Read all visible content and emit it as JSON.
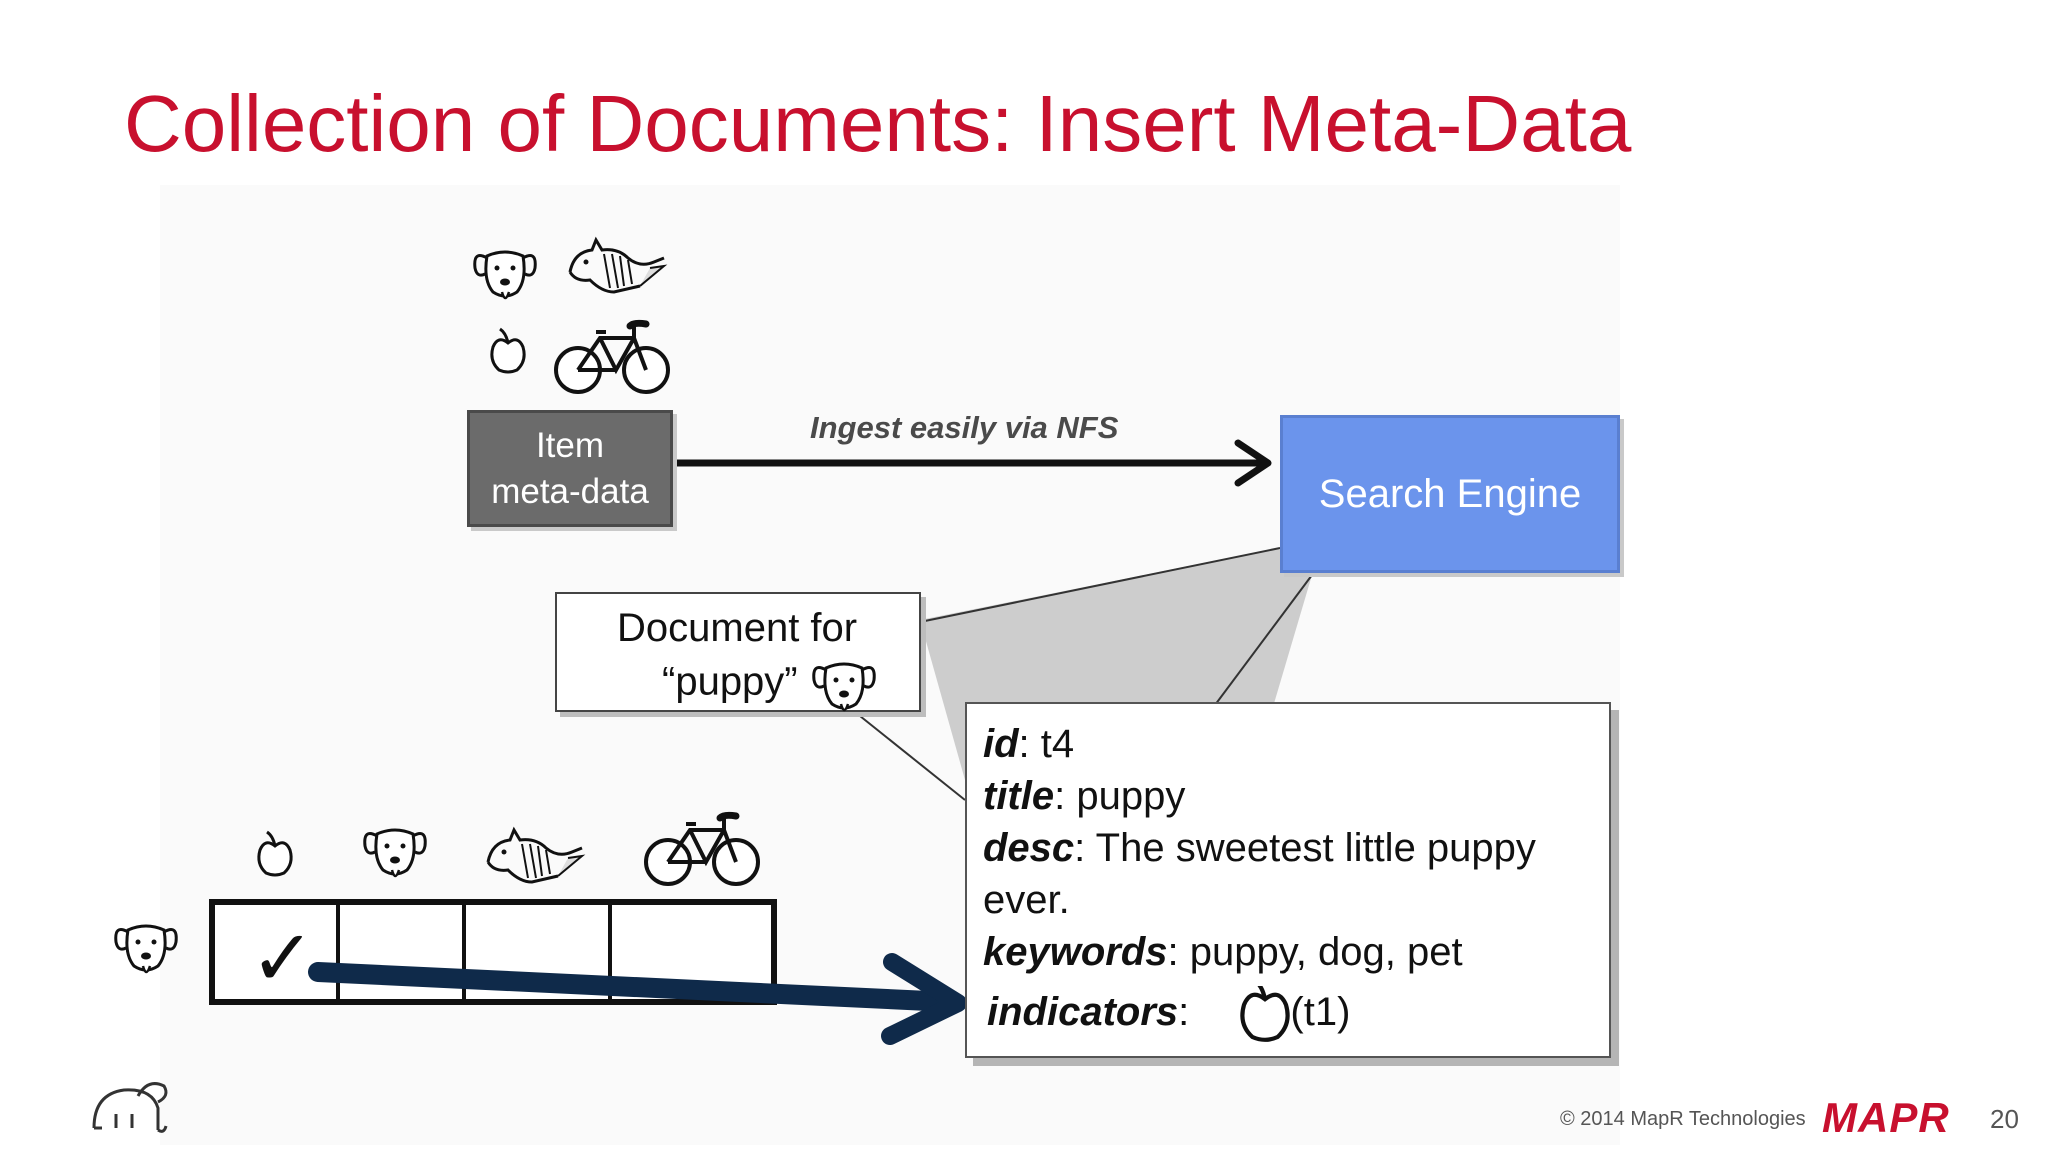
{
  "slide": {
    "title": "Collection of Documents: Insert Meta-Data"
  },
  "diagram": {
    "item_box_line1": "Item",
    "item_box_line2": "meta-data",
    "arrow_label": "Ingest easily via NFS",
    "search_engine_label": "Search Engine",
    "document_line1": "Document for",
    "document_line2": "“puppy”",
    "fields": {
      "id_key": "id",
      "id_value": ": t4",
      "title_key": "title",
      "title_value": ": puppy",
      "desc_key": "desc",
      "desc_value": ": The sweetest little puppy",
      "desc_value_cont": "ever.",
      "keywords_key": "keywords",
      "keywords_value": ": puppy, dog, pet",
      "indicators_key": "indicators",
      "indicators_sep": ":",
      "indicators_value": "(t1)"
    },
    "matrix_check": "✓",
    "icons": [
      "dog-icon",
      "horse-icon",
      "apple-icon",
      "bicycle-icon",
      "elephant-icon"
    ]
  },
  "footer": {
    "copyright": "© 2014 MapR Technologies",
    "brand": "MAPR",
    "page_number": "20"
  },
  "colors": {
    "title": "#c8102e",
    "search_box": "#6b94ec",
    "item_box": "#6b6b6b",
    "big_arrow": "#0f2a4a",
    "funnel": "#c8c8c8"
  }
}
